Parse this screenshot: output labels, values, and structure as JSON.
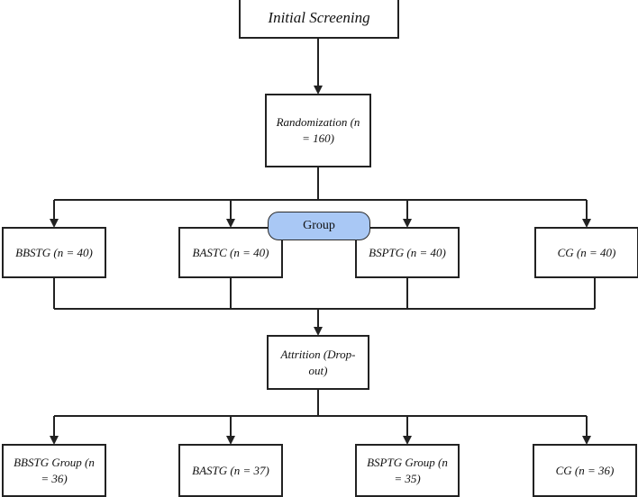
{
  "nodes": {
    "initial_screening": "Initial Screening",
    "randomization": "Randomization (n = 160)",
    "group_label": "Group",
    "bbstg": "BBSTG (n = 40)",
    "bastc": "BASTC (n = 40)",
    "bsptg": "BSPTG (n = 40)",
    "cg": "CG (n = 40)",
    "attrition": "Attrition (Drop-out)",
    "bbstg_group": "BBSTG Group (n = 36)",
    "bastg": "BASTG (n = 37)",
    "bsptg_group": "BSPTG Group (n = 35)",
    "cg_final": "CG (n = 36)"
  },
  "colors": {
    "line": "#222222",
    "group_fill": "#a9c8f5"
  }
}
